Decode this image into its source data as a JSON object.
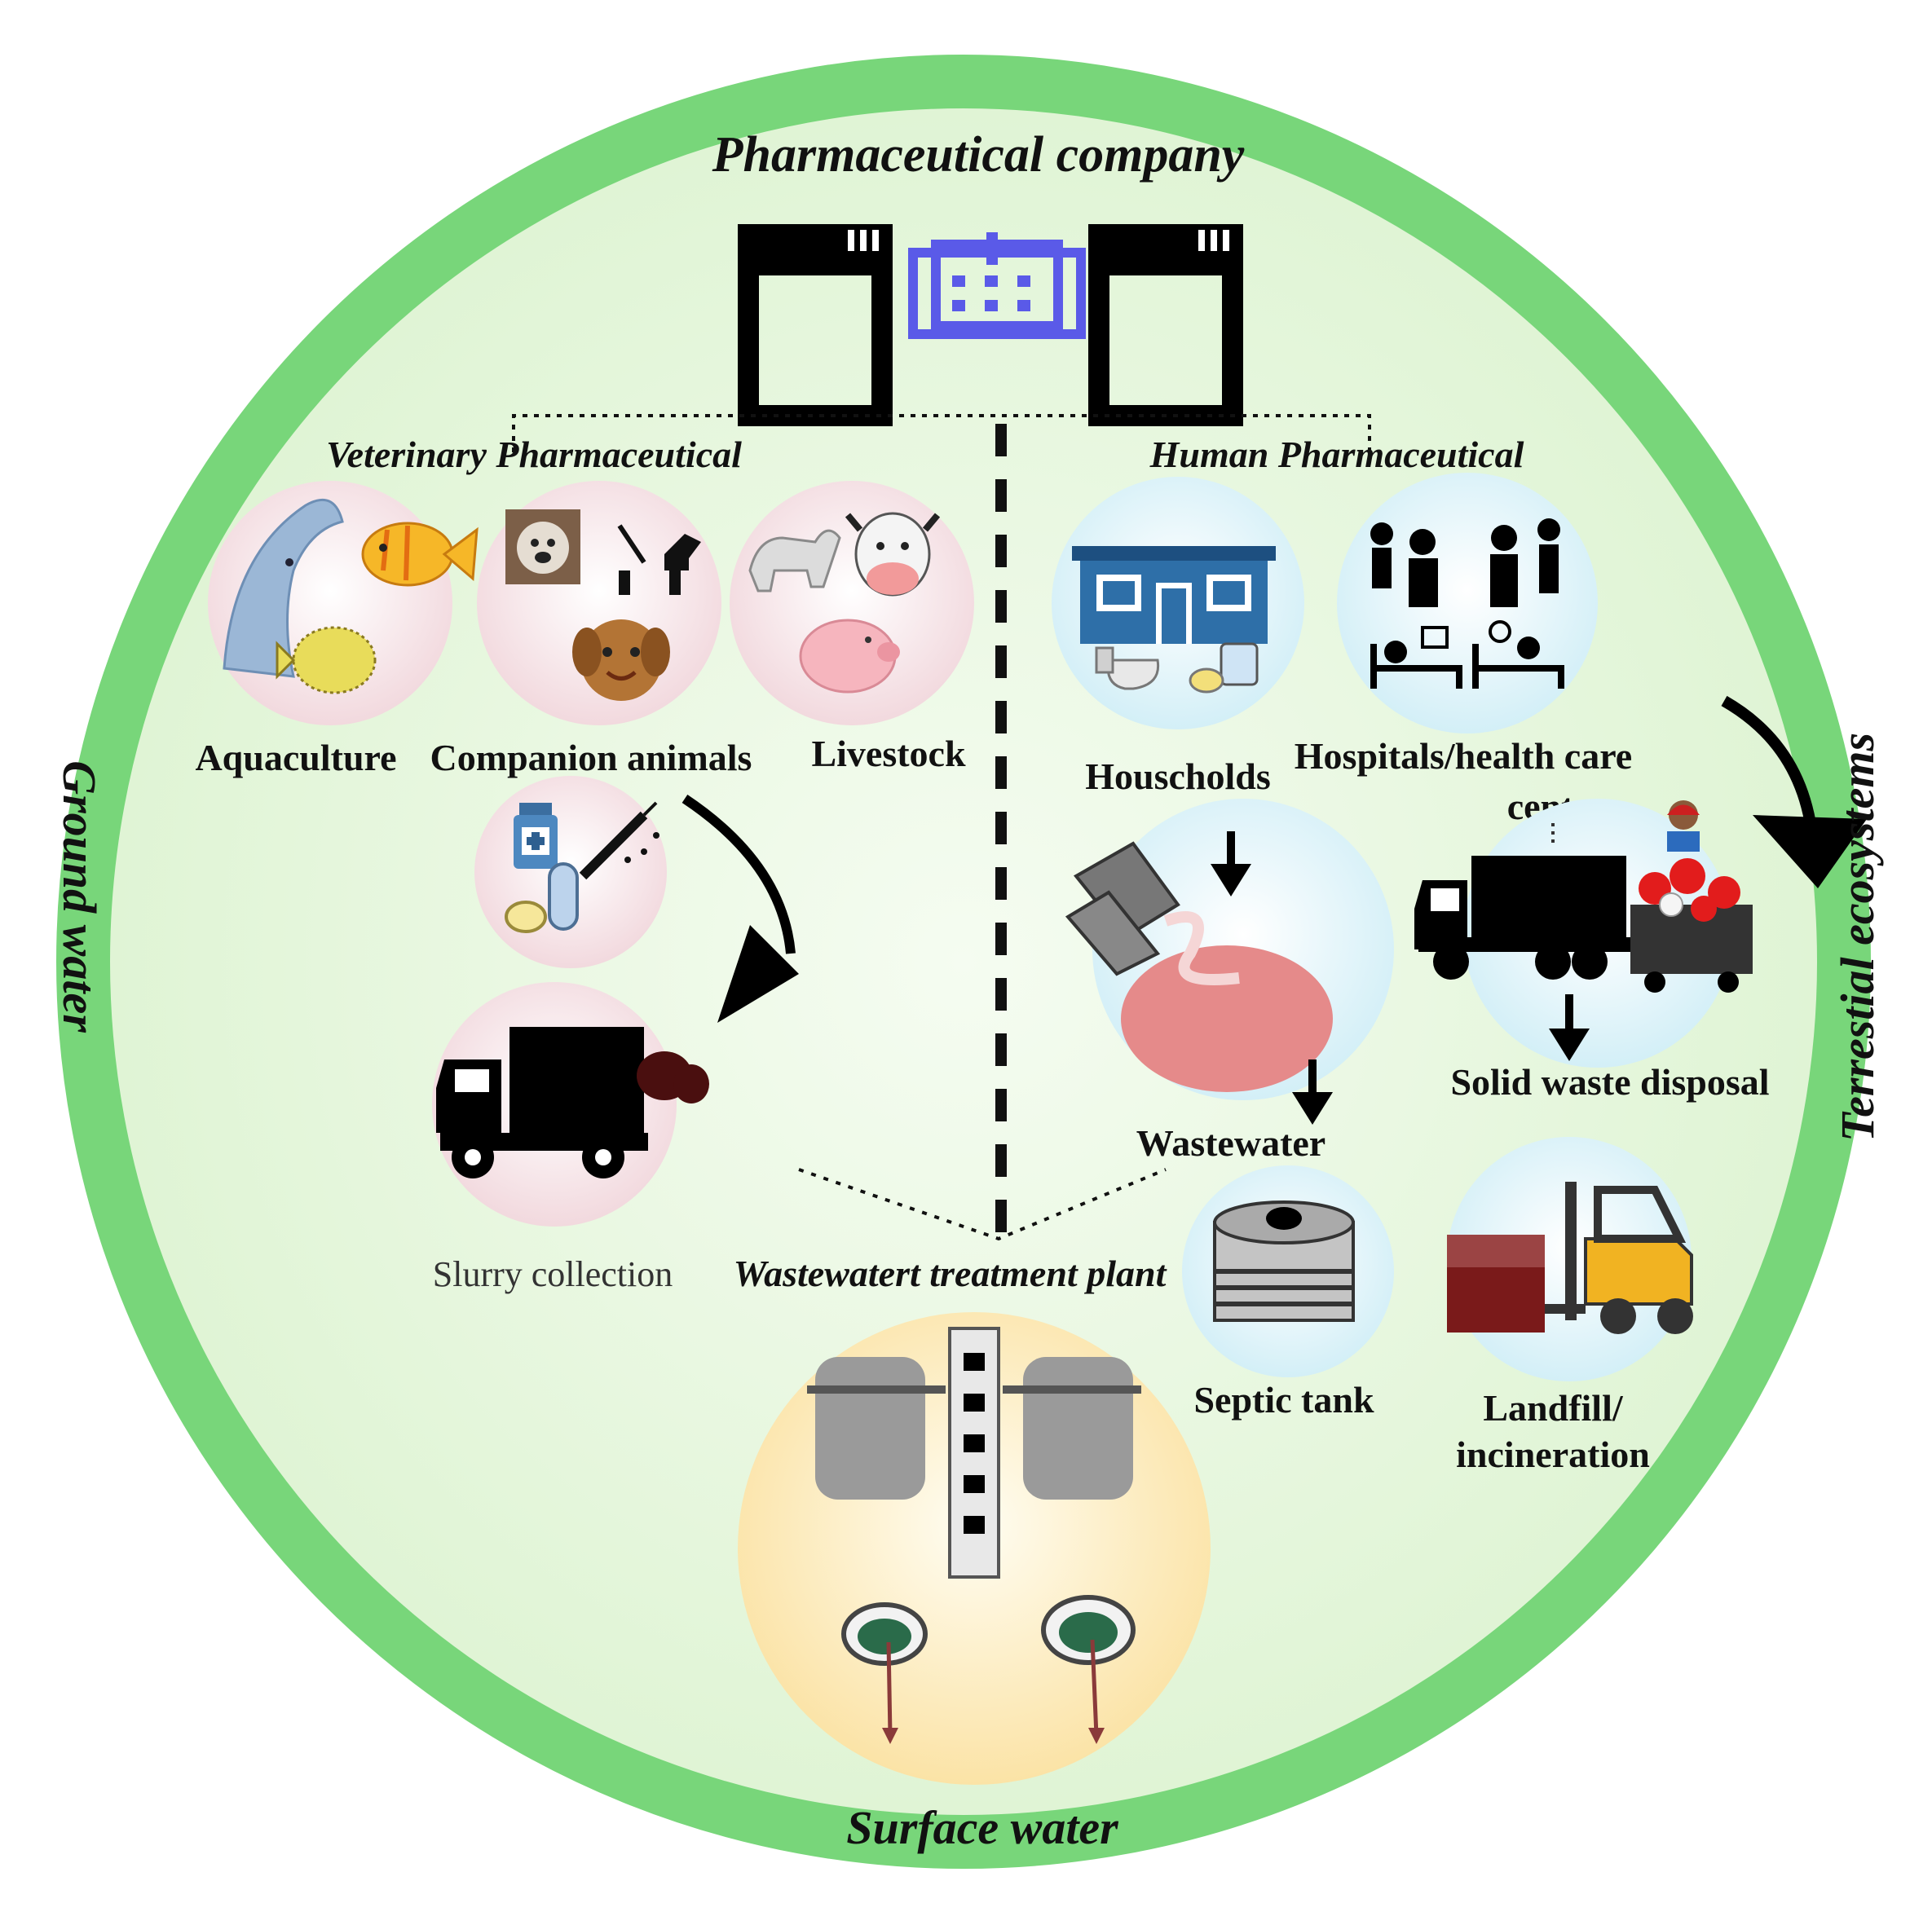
{
  "diagram": {
    "title": "Pharmaceutical company",
    "branches": {
      "left": "Veterinary Pharmaceutical",
      "right": "Human Pharmaceutical"
    },
    "sources": {
      "aquaculture": "Aquaculture",
      "companion": "Companion animals",
      "livestock": "Livestock",
      "households": "Houscholds",
      "hospitals_line1": "Hospitals/health care",
      "hospitals_line2": "center"
    },
    "pathways": {
      "wastewater": "Wastewater",
      "solid_waste": "Solid waste disposal",
      "slurry": "Slurry collection",
      "wwtp": "Wastewatert treatment plant",
      "septic": "Septic tank",
      "landfill_line1": "Landfill/",
      "landfill_line2": "incineration"
    },
    "environments": {
      "ground": "Ground water",
      "terrestrial": "Terrestial ecosystems",
      "surface": "Surface water"
    },
    "colors": {
      "ring": "#78d67a",
      "background": "#eaf8e3",
      "hospital_icon": "#5a5ae8",
      "house": "#2e6fa8"
    }
  }
}
